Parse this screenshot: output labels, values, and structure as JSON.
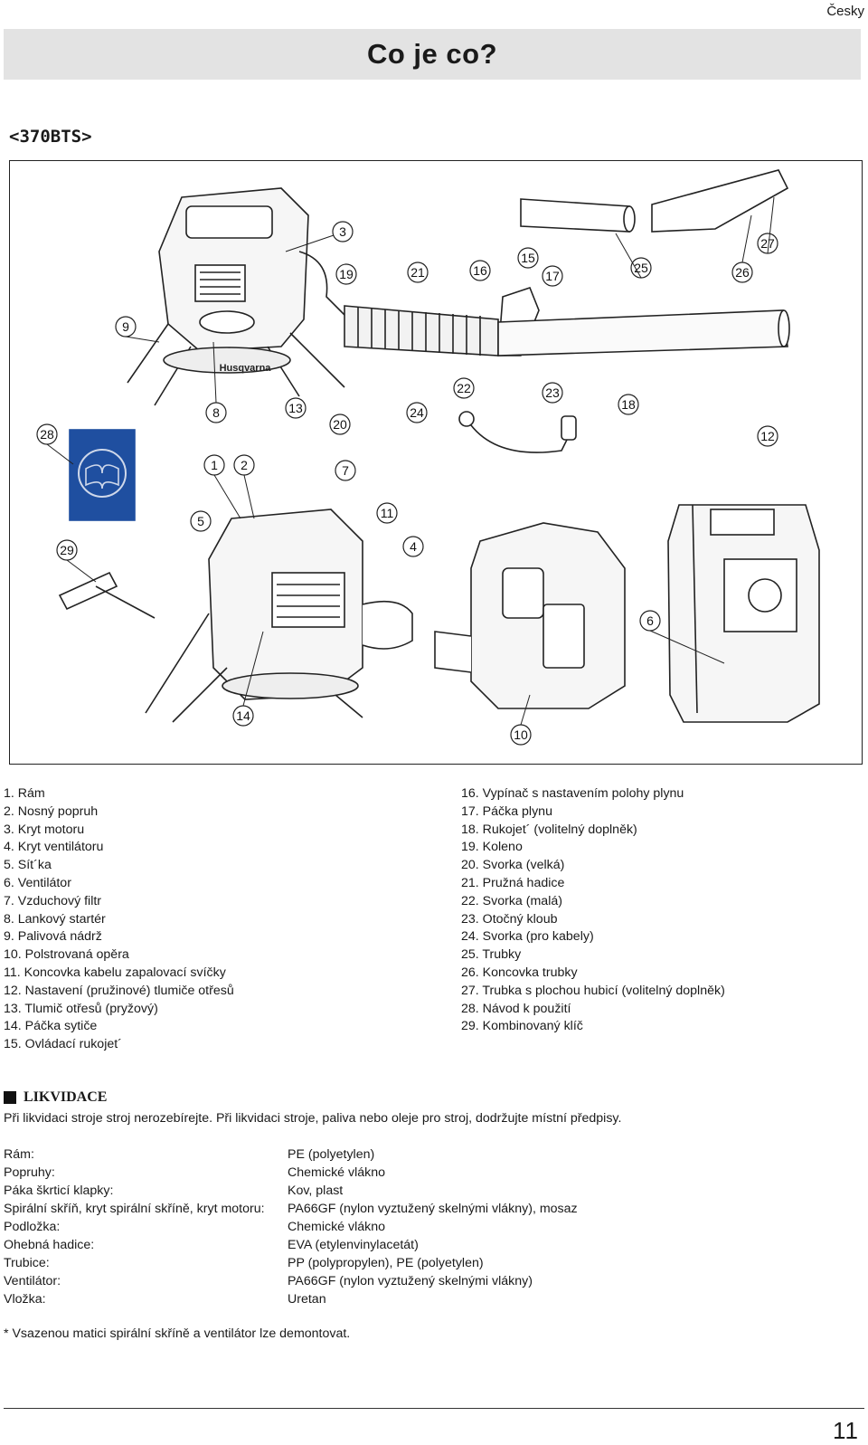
{
  "header": {
    "language": "Česky",
    "title": "Co je co?",
    "model": "<370BTS>"
  },
  "figure": {
    "callouts": [
      "1",
      "2",
      "3",
      "4",
      "5",
      "6",
      "7",
      "8",
      "9",
      "10",
      "11",
      "12",
      "13",
      "14",
      "15",
      "16",
      "17",
      "18",
      "19",
      "20",
      "21",
      "22",
      "23",
      "24",
      "25",
      "26",
      "27",
      "28",
      "29"
    ],
    "brand": "Husqvarna"
  },
  "parts_left": [
    "1. Rám",
    "2. Nosný popruh",
    "3. Kryt motoru",
    "4. Kryt ventilátoru",
    "5. Sít´ka",
    "6. Ventilátor",
    "7. Vzduchový filtr",
    "8. Lankový startér",
    "9. Palivová nádrž",
    "10. Polstrovaná opěra",
    "11. Koncovka kabelu zapalovací svíčky",
    "12. Nastavení (pružinové) tlumiče otřesů",
    "13. Tlumič otřesů (pryžový)",
    "14. Páčka sytiče",
    "15. Ovládací rukojet´"
  ],
  "parts_right": [
    "16. Vypínač s nastavením polohy plynu",
    "17. Páčka plynu",
    "18. Rukojet´ (volitelný doplněk)",
    "19. Koleno",
    "20. Svorka (velká)",
    "21. Pružná hadice",
    "22. Svorka (malá)",
    "23. Otočný kloub",
    "24. Svorka (pro kabely)",
    "25. Trubky",
    "26. Koncovka trubky",
    "27. Trubka s plochou hubicí (volitelný doplněk)",
    "28. Návod k použití",
    "29. Kombinovaný klíč"
  ],
  "disposal": {
    "heading": "LIKVIDACE",
    "text": "Při likvidaci stroje stroj nerozebírejte. Při likvidaci stroje, paliva nebo oleje pro stroj, dodržujte místní předpisy."
  },
  "materials": [
    {
      "part": "Rám:",
      "material": "PE (polyetylen)"
    },
    {
      "part": "Popruhy:",
      "material": "Chemické vlákno"
    },
    {
      "part": "Páka škrticí klapky:",
      "material": "Kov, plast"
    },
    {
      "part": "Spirální skříň, kryt spirální skříně, kryt motoru:",
      "material": "PA66GF (nylon vyztužený skelnými vlákny), mosaz"
    },
    {
      "part": "Podložka:",
      "material": "Chemické vlákno"
    },
    {
      "part": "Ohebná hadice:",
      "material": "EVA (etylenvinylacetát)"
    },
    {
      "part": "Trubice:",
      "material": "PP (polypropylen), PE (polyetylen)"
    },
    {
      "part": "Ventilátor:",
      "material": "PA66GF (nylon vyztužený skelnými vlákny)"
    },
    {
      "part": "Vložka:",
      "material": "Uretan"
    }
  ],
  "footnote": "* Vsazenou matici spirální skříně a ventilátor lze demontovat.",
  "page_number": "11"
}
